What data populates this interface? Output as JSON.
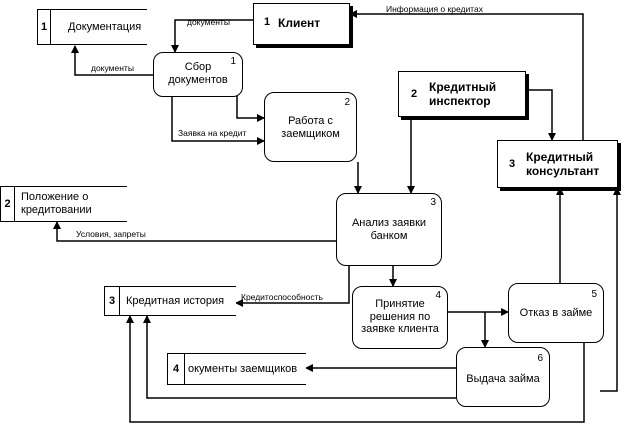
{
  "externals": {
    "client": {
      "num": "1",
      "name": "Клиент"
    },
    "inspector": {
      "num": "2",
      "name_line1": "Кредитный",
      "name_line2": "инспектор"
    },
    "consultant": {
      "num": "3",
      "name_line1": "Кредитный",
      "name_line2": "консультант"
    }
  },
  "stores": {
    "docs": {
      "num": "1",
      "name": "Документация"
    },
    "regulation": {
      "num": "2",
      "name_line1": "Положение о",
      "name_line2": "кредитовании"
    },
    "history": {
      "num": "3",
      "name": "Кредитная история"
    },
    "borrower_docs": {
      "num": "4",
      "name": "окументы заемщиков"
    }
  },
  "processes": {
    "collect": {
      "num": "1",
      "line1": "Сбор",
      "line2": "документов"
    },
    "work": {
      "num": "2",
      "line1": "Работа с",
      "line2": "заемщиком"
    },
    "analysis": {
      "num": "3",
      "line1": "Анализ заявки",
      "line2": "банком"
    },
    "decision": {
      "num": "4",
      "line1": "Принятие",
      "line2": "решения по",
      "line3": "заявке клиента"
    },
    "refusal": {
      "num": "5",
      "line1": "Отказ в займе"
    },
    "issue": {
      "num": "6",
      "line1": "Выдача займа"
    }
  },
  "flows": {
    "documents_in": "документы",
    "documents_out": "документы",
    "application": "Заявка на кредит",
    "credit_info": "Информация о кредитах",
    "conditions": "Условия, запреты",
    "creditworthiness": "Кредитоспособность"
  }
}
